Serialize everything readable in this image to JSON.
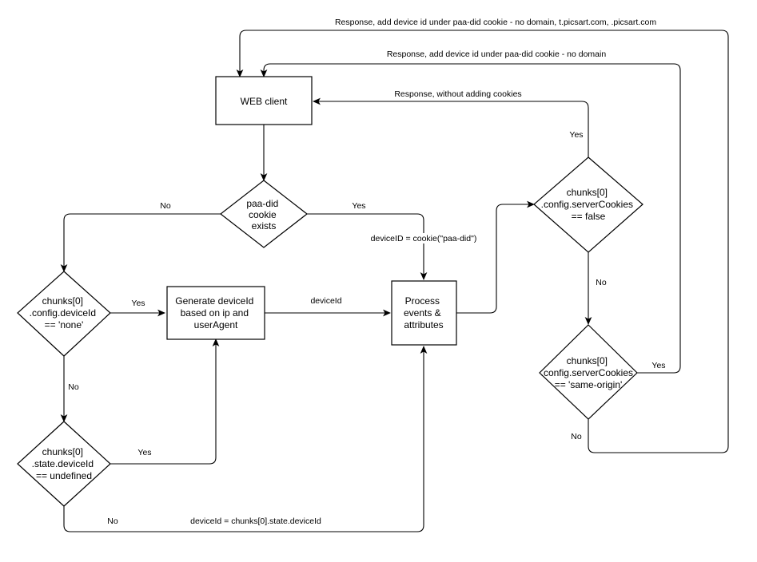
{
  "nodes": {
    "web_client": {
      "lines": [
        "WEB client"
      ]
    },
    "paa_did_check": {
      "lines": [
        "paa-did",
        "cookie",
        "exists"
      ]
    },
    "device_id_none_check": {
      "lines": [
        "chunks[0]",
        ".config.deviceId",
        "== 'none'"
      ]
    },
    "generate_device_id": {
      "lines": [
        "Generate deviceId",
        "based on ip and",
        "userAgent"
      ]
    },
    "process_events": {
      "lines": [
        "Process",
        "events &",
        "attributes"
      ]
    },
    "state_device_id_check": {
      "lines": [
        "chunks[0]",
        ".state.deviceId",
        "== undefined"
      ]
    },
    "server_cookies_false_check": {
      "lines": [
        "chunks[0]",
        ".config.serverCookies",
        "== false"
      ]
    },
    "server_cookies_same_origin_check": {
      "lines": [
        "chunks[0]",
        ".config.serverCookies",
        "== 'same-origin'"
      ]
    }
  },
  "edge_labels": {
    "paa_no": "No",
    "paa_yes": "Yes",
    "device_id_from_cookie": "deviceID = cookie(\"paa-did\")",
    "none_yes": "Yes",
    "none_no": "No",
    "generated_device_id": "deviceId",
    "state_yes": "Yes",
    "state_no": "No",
    "device_id_from_state": "deviceId = chunks[0].state.deviceId",
    "false_yes": "Yes",
    "false_no": "No",
    "same_origin_yes": "Yes",
    "same_origin_no": "No",
    "response_without_cookies": "Response, without adding cookies",
    "response_no_domain": "Response, add device id under paa-did cookie - no domain",
    "response_all_domains": "Response, add device id under paa-did cookie - no domain, t.picsart.com, .picsart.com"
  }
}
